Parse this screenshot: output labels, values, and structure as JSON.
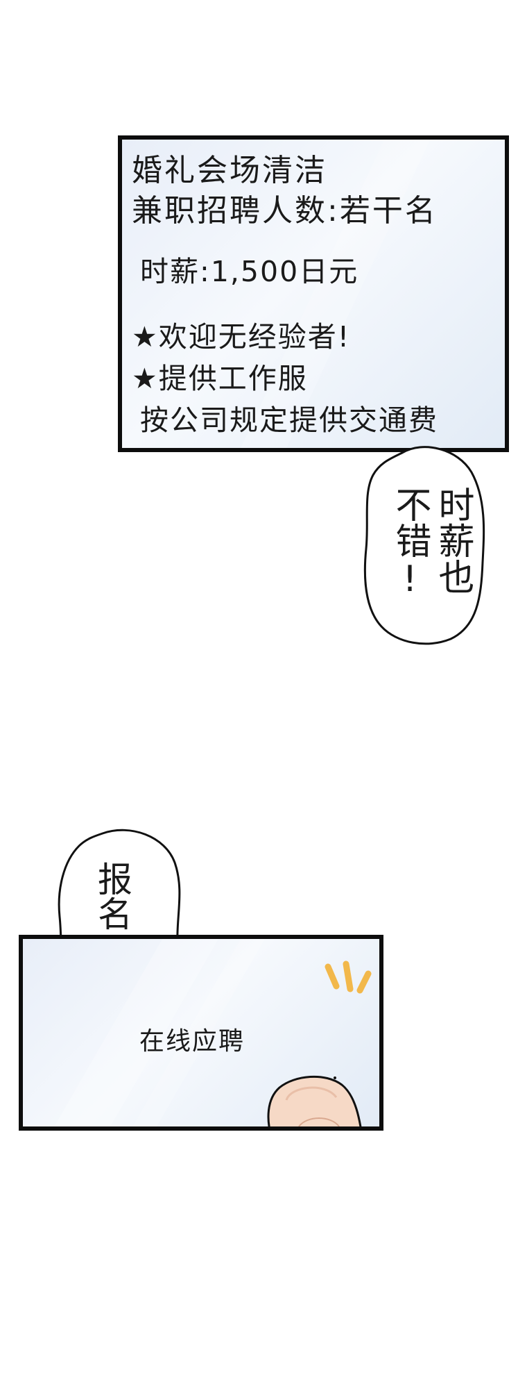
{
  "job_posting": {
    "title": "婚礼会场清洁",
    "recruit": "兼职招聘人数:若干名",
    "wage": "时薪:1,500日元",
    "perk_1": "★欢迎无经验者!",
    "perk_2": "★提供工作服",
    "transport": "按公司规定提供交通费"
  },
  "speech_bubbles": {
    "wage_comment_col1": "时薪也",
    "wage_comment_col2": "不错!",
    "apply_shout": "报名!!"
  },
  "apply_screen": {
    "button_label": "在线应聘"
  },
  "colors": {
    "border": "#0d0d0d",
    "panel_bg": "#eef3fa",
    "tap_mark": "#f2b84b",
    "finger": "#f6d9c6"
  }
}
